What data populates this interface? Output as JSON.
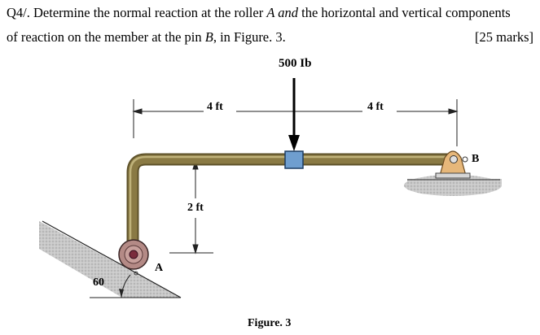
{
  "question": {
    "number": "Q4/.",
    "line1_a": " Determine the normal reaction at the roller ",
    "line1_b": "A and",
    "line1_c": " the horizontal and vertical components",
    "line2_a": "of reaction on the member at the pin ",
    "line2_b": "B",
    "line2_c": ", in Figure. 3.",
    "marks": "[25 marks]"
  },
  "figure": {
    "load": "500 Ib",
    "dim_left": "4 ft",
    "dim_right": "4 ft",
    "dim_vertical": "2 ft",
    "label_a": "A",
    "label_b": "B",
    "angle": "60",
    "caption": "Figure. 3"
  },
  "colors": {
    "member": "#8a7a44",
    "member_highlight": "#bfb27a",
    "member_shadow": "#5e522a",
    "collar": "#6f9ecf",
    "roller": "#b48a86",
    "roller_hub": "#7a2b3c",
    "pin_support": "#e6b77a",
    "ground": "#bdbdbd"
  }
}
